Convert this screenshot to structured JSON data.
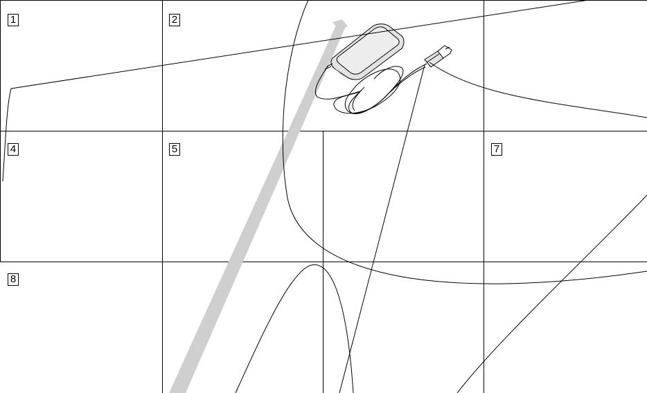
{
  "diagram": {
    "cell_numbers": [
      "1",
      "2",
      "4",
      "5",
      "7",
      "8"
    ],
    "colors": {
      "line": "#000000",
      "background": "#ffffff",
      "band": "#cfcfcf",
      "adapter_body": "#e3e3e3",
      "adapter_top": "#ededed",
      "adapter_shadow": "#9a9a9a"
    },
    "objects": [
      "ac-adapter",
      "power-cord",
      "dc-plug"
    ]
  }
}
